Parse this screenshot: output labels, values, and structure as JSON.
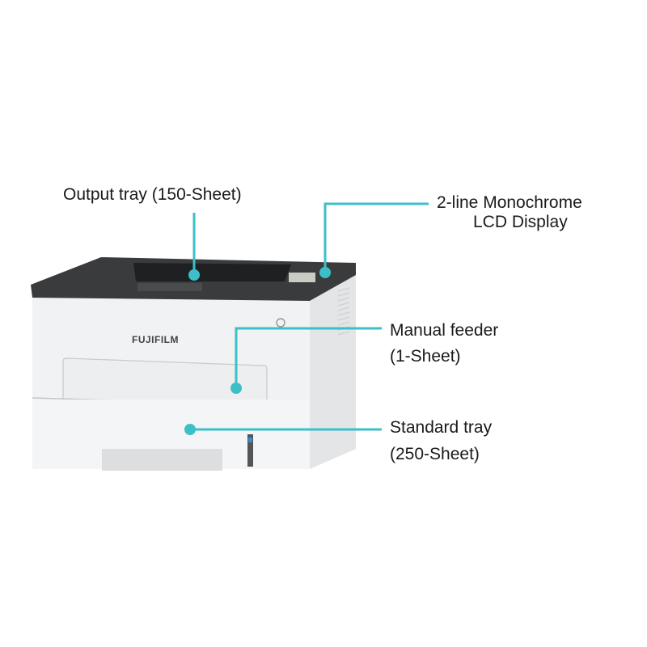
{
  "brand": "FUJIFILM",
  "accent_color": "#3dbfc8",
  "callouts": {
    "output_tray": "Output tray (150-Sheet)",
    "lcd_line1": "2-line Monochrome",
    "lcd_line2": "LCD Display",
    "manual_feeder_line1": "Manual feeder",
    "manual_feeder_line2": "(1-Sheet)",
    "standard_tray_line1": "Standard tray",
    "standard_tray_line2": "(250-Sheet)"
  }
}
